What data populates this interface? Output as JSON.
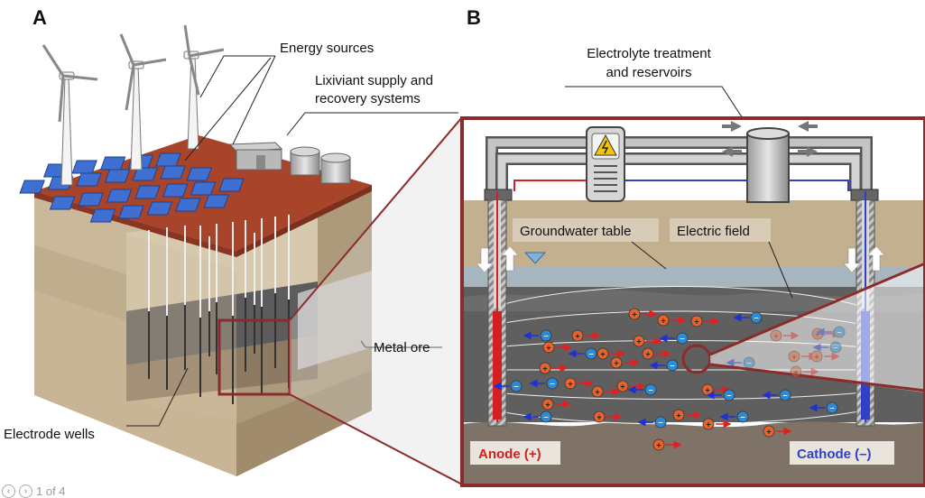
{
  "panel_a": {
    "letter": "A",
    "energy_sources": "Energy sources",
    "lixiviant_line1": "Lixiviant supply and",
    "lixiviant_line2": "recovery systems",
    "metal_ore": "Metal ore",
    "electrode_wells": "Electrode wells"
  },
  "panel_b": {
    "letter": "B",
    "electrolyte_line1": "Electrolyte treatment",
    "electrolyte_line2": "and reservoirs",
    "groundwater": "Groundwater table",
    "electric_field": "Electric field",
    "anode": "Anode (+)",
    "cathode": "Cathode (–)",
    "plus": "+",
    "minus": "−"
  },
  "pager": {
    "text": "1 of 4",
    "prev": "‹",
    "next": "›"
  },
  "colors": {
    "frame": "#8b2b2b",
    "anode": "#d42020",
    "cathode": "#3040c8",
    "solar": "#3f6fd1",
    "soil_top": "#a8442a"
  }
}
